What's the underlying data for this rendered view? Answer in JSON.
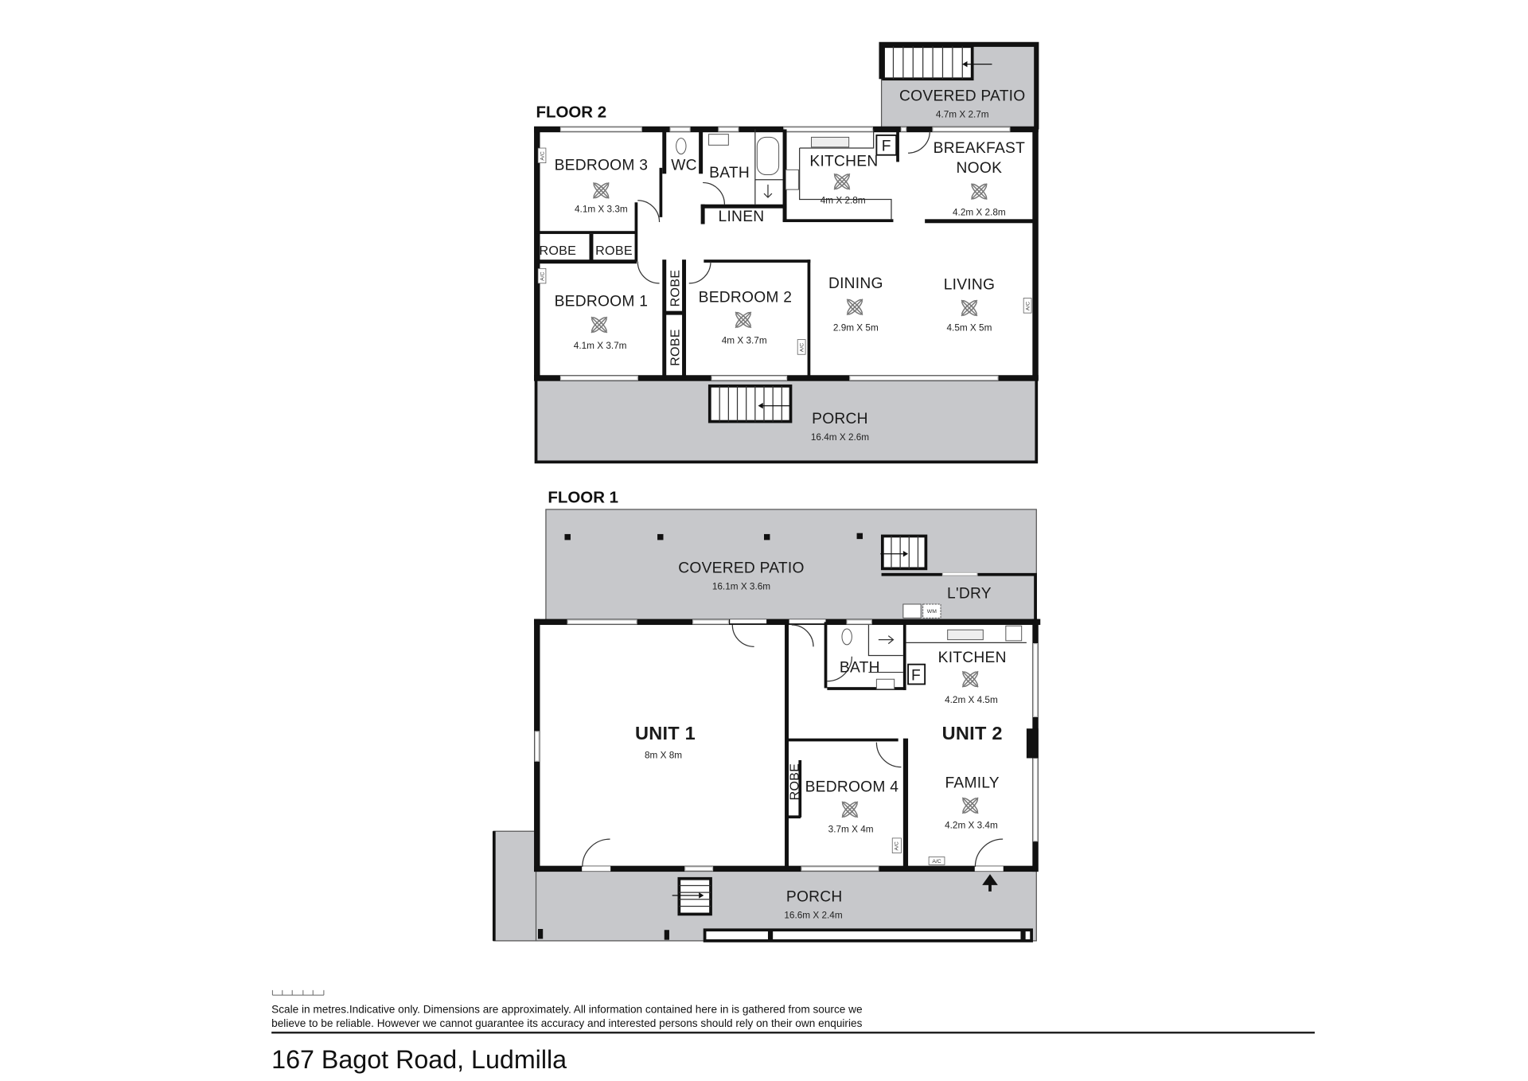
{
  "address": "167 Bagot Road, Ludmilla",
  "disclaimer": {
    "line1": "Scale in metres.Indicative only. Dimensions are approximately. All information contained here in is gathered from source we",
    "line2": "believe to be reliable. However we cannot guarantee its accuracy and interested persons should rely on their own enquiries"
  },
  "floor2": {
    "title": "FLOOR 2",
    "rooms": {
      "covered_patio": {
        "name": "COVERED PATIO",
        "dim": "4.7m X 2.7m"
      },
      "bedroom3": {
        "name": "BEDROOM 3",
        "dim": "4.1m X 3.3m"
      },
      "wc": {
        "name": "WC"
      },
      "bath": {
        "name": "BATH"
      },
      "linen": {
        "name": "LINEN"
      },
      "kitchen": {
        "name": "KITCHEN",
        "dim": "4m X 2.8m"
      },
      "fridge": {
        "name": "F"
      },
      "breakfast": {
        "name1": "BREAKFAST",
        "name2": "NOOK",
        "dim": "4.2m X 2.8m"
      },
      "robe_a": {
        "name": "ROBE"
      },
      "robe_b": {
        "name": "ROBE"
      },
      "robe_c": {
        "name": "ROBE"
      },
      "robe_d": {
        "name": "ROBE"
      },
      "bedroom1": {
        "name": "BEDROOM 1",
        "dim": "4.1m X 3.7m"
      },
      "bedroom2": {
        "name": "BEDROOM 2",
        "dim": "4m X 3.7m"
      },
      "dining": {
        "name": "DINING",
        "dim": "2.9m X 5m"
      },
      "living": {
        "name": "LIVING",
        "dim": "4.5m X 5m"
      },
      "porch": {
        "name": "PORCH",
        "dim": "16.4m X 2.6m"
      }
    },
    "ac_label": "A/C"
  },
  "floor1": {
    "title": "FLOOR 1",
    "rooms": {
      "covered_patio": {
        "name": "COVERED PATIO",
        "dim": "16.1m X 3.6m"
      },
      "laundry": {
        "name": "L'DRY"
      },
      "wm": {
        "name": "WM"
      },
      "unit1": {
        "name": "UNIT 1",
        "dim": "8m X 8m"
      },
      "bath": {
        "name": "BATH"
      },
      "fridge": {
        "name": "F"
      },
      "kitchen": {
        "name": "KITCHEN",
        "dim": "4.2m X 4.5m"
      },
      "unit2": {
        "name": "UNIT 2"
      },
      "family": {
        "name": "FAMILY",
        "dim": "4.2m X 3.4m"
      },
      "robe": {
        "name": "ROBE"
      },
      "bedroom4": {
        "name": "BEDROOM 4",
        "dim": "3.7m X 4m"
      },
      "porch": {
        "name": "PORCH",
        "dim": "16.6m X 2.4m"
      }
    },
    "ac_label": "A/C"
  },
  "colors": {
    "wall": "#111111",
    "outdoor": "#c7c8cb"
  }
}
